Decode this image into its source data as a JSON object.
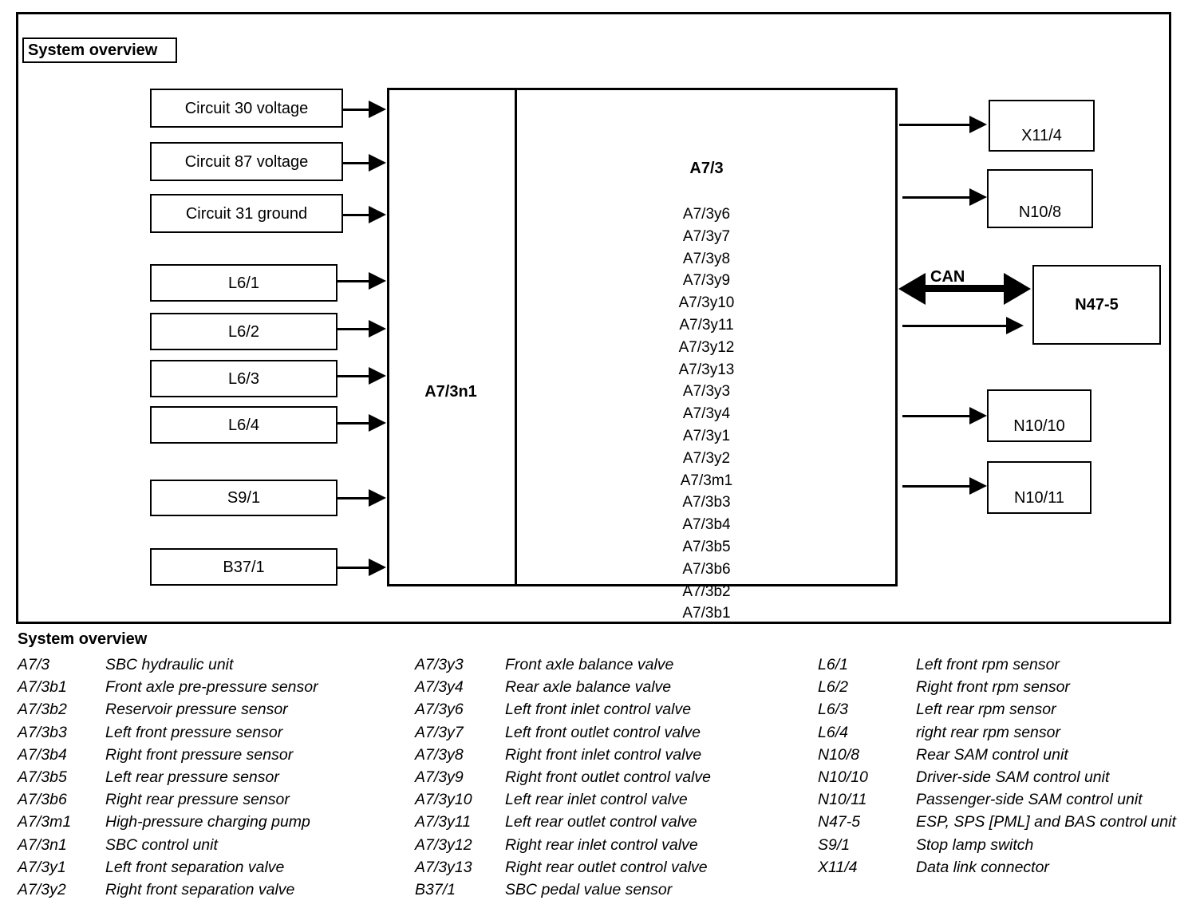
{
  "title": "System overview",
  "diagram": {
    "main_unit_label": "A7/3",
    "control_unit_label": "A7/3n1",
    "can_label": "CAN",
    "component_list": [
      "A7/3y6",
      "A7/3y7",
      "A7/3y8",
      "A7/3y9",
      "A7/3y10",
      "A7/3y11",
      "A7/3y12",
      "A7/3y13",
      "A7/3y3",
      "A7/3y4",
      "A7/3y1",
      "A7/3y2",
      "A7/3m1",
      "A7/3b3",
      "A7/3b4",
      "A7/3b5",
      "A7/3b6",
      "A7/3b2",
      "A7/3b1"
    ],
    "inputs": [
      "Circuit 30 voltage",
      "Circuit 87 voltage",
      "Circuit 31 ground",
      "L6/1",
      "L6/2",
      "L6/3",
      "L6/4",
      "S9/1",
      "B37/1"
    ],
    "outputs": [
      "X11/4",
      "N10/8",
      "N47-5",
      "N10/10",
      "N10/11"
    ]
  },
  "legend": {
    "heading": "System overview",
    "columns": [
      {
        "rows": [
          {
            "code": "A7/3",
            "desc": "SBC hydraulic unit"
          },
          {
            "code": "A7/3b1",
            "desc": "Front axle pre-pressure sensor"
          },
          {
            "code": "A7/3b2",
            "desc": "Reservoir pressure sensor"
          },
          {
            "code": "A7/3b3",
            "desc": "Left front pressure sensor"
          },
          {
            "code": "A7/3b4",
            "desc": "Right front pressure sensor"
          },
          {
            "code": "A7/3b5",
            "desc": "Left rear pressure sensor"
          },
          {
            "code": "A7/3b6",
            "desc": "Right rear pressure sensor"
          },
          {
            "code": "A7/3m1",
            "desc": "High-pressure charging pump"
          },
          {
            "code": "A7/3n1",
            "desc": "SBC control unit"
          },
          {
            "code": "A7/3y1",
            "desc": "Left front separation valve"
          },
          {
            "code": "A7/3y2",
            "desc": "Right front separation valve"
          }
        ]
      },
      {
        "rows": [
          {
            "code": "A7/3y3",
            "desc": "Front axle balance valve"
          },
          {
            "code": "A7/3y4",
            "desc": "Rear axle balance valve"
          },
          {
            "code": "A7/3y6",
            "desc": "Left front inlet control valve"
          },
          {
            "code": "A7/3y7",
            "desc": "Left front outlet control valve"
          },
          {
            "code": "A7/3y8",
            "desc": "Right front inlet control valve"
          },
          {
            "code": "A7/3y9",
            "desc": "Right front outlet control valve"
          },
          {
            "code": "A7/3y10",
            "desc": "Left rear inlet control valve"
          },
          {
            "code": "A7/3y11",
            "desc": "Left rear outlet control valve"
          },
          {
            "code": "A7/3y12",
            "desc": "Right rear inlet control valve"
          },
          {
            "code": "A7/3y13",
            "desc": "Right rear outlet control valve"
          },
          {
            "code": "B37/1",
            "desc": "SBC pedal value sensor"
          }
        ]
      },
      {
        "rows": [
          {
            "code": "L6/1",
            "desc": "Left front rpm sensor"
          },
          {
            "code": "L6/2",
            "desc": "Right front rpm sensor"
          },
          {
            "code": "L6/3",
            "desc": "Left rear rpm sensor"
          },
          {
            "code": "L6/4",
            "desc": "right rear rpm sensor"
          },
          {
            "code": "N10/8",
            "desc": "Rear SAM control unit"
          },
          {
            "code": "N10/10",
            "desc": "Driver-side SAM control unit"
          },
          {
            "code": "N10/11",
            "desc": "Passenger-side SAM control unit"
          },
          {
            "code": "N47-5",
            "desc": "ESP, SPS [PML] and BAS control unit"
          },
          {
            "code": "S9/1",
            "desc": "Stop lamp switch"
          },
          {
            "code": "X11/4",
            "desc": "Data link connector"
          }
        ]
      }
    ]
  }
}
